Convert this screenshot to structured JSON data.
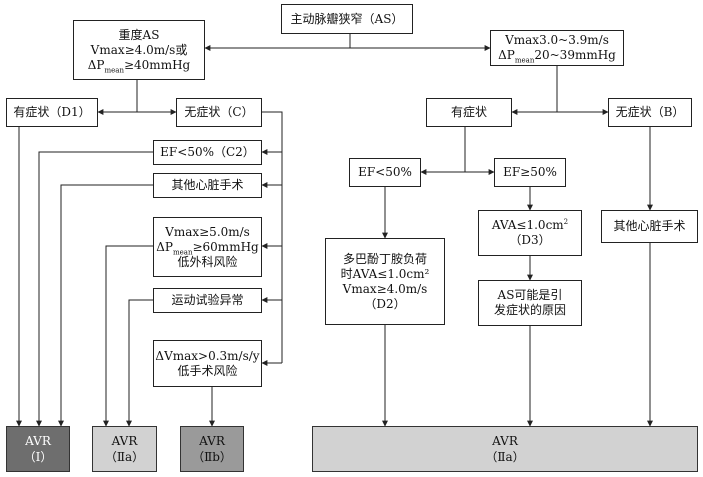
{
  "top": {
    "label": "主动脉瓣狭窄（AS）"
  },
  "severe": {
    "line1": "重度AS",
    "line2": "Vmax≥4.0m/s或",
    "line3_pre": "ΔP",
    "line3_sub": "mean",
    "line3_post": "≥40mmHg"
  },
  "moderate": {
    "line1": "Vmax3.0~3.9m/s",
    "line2_pre": "ΔP",
    "line2_sub": "mean",
    "line2_post": "20~39mmHg"
  },
  "severe_branch": {
    "symptomatic": "有症状（D1）",
    "asymptomatic": "无症状（C）",
    "ef": "EF<50%（C2）",
    "other_surgery": "其他心脏手术",
    "vmax_line1": "Vmax≥5.0m/s",
    "vmax_line2_pre": "ΔP",
    "vmax_line2_sub": "mean",
    "vmax_line2_post": "≥60mmHg",
    "vmax_line3": "低外科风险",
    "exercise": "运动试验异常",
    "dvmax_line1": "ΔVmax>0.3m/s/y",
    "dvmax_line2": "低手术风险"
  },
  "moderate_branch": {
    "symptomatic": "有症状",
    "asymptomatic": "无症状（B）",
    "ef_low": "EF<50%",
    "ef_ok": "EF≥50%",
    "dobutamine_line1": "多巴酚丁胺负荷",
    "dobutamine_line2": "时AVA≤1.0cm²",
    "dobutamine_line3": "Vmax≥4.0m/s",
    "dobutamine_line4": "（D2）",
    "ava_line1_pre": "AVA≤1.0cm",
    "ava_line1_sup": "2",
    "ava_line2": "（D3）",
    "cause_line1": "AS可能是引",
    "cause_line2": "发症状的原因",
    "other_surgery": "其他心脏手术"
  },
  "outcomes": {
    "avr1_line1": "AVR",
    "avr1_line2": "（Ⅰ）",
    "avr2a_line1": "AVR",
    "avr2a_line2": "（Ⅱa）",
    "avr2b_line1": "AVR",
    "avr2b_line2": "（Ⅱb）",
    "avr_right_line1": "AVR",
    "avr_right_line2": "（Ⅱa）"
  },
  "colors": {
    "class1": "#6e6e6e",
    "class2a": "#d2d2d2",
    "class2b": "#9a9a9a",
    "line": "#222222"
  }
}
